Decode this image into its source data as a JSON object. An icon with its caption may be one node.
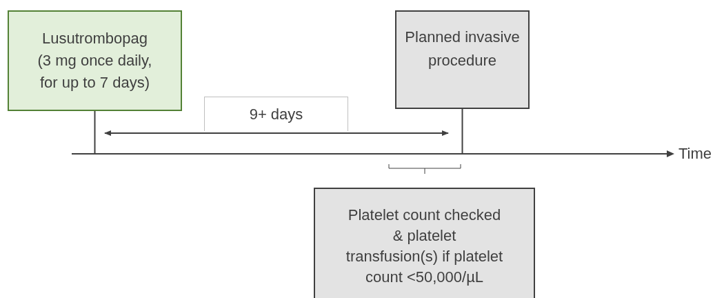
{
  "diagram": {
    "nodes": [
      {
        "text": [
          "Lusutrombopag (3 mg once daily, for up to 7 days)"
        ]
      },
      {
        "text": [
          "Planned invasive procedure"
        ]
      },
      {
        "text": [
          "9+ days"
        ]
      },
      {
        "text": [
          "Platelet count checked & platelet transfusion(s) if platelet count <50,000/µL"
        ]
      },
      {
        "text": [],
        "shape": "bar",
        "beside": [
          "Time"
        ]
      }
    ],
    "edges": [
      {
        "from": 0,
        "to": 4,
        "arrow": "none"
      },
      {
        "from": 1,
        "to": 4,
        "arrow": "none"
      }
    ]
  }
}
